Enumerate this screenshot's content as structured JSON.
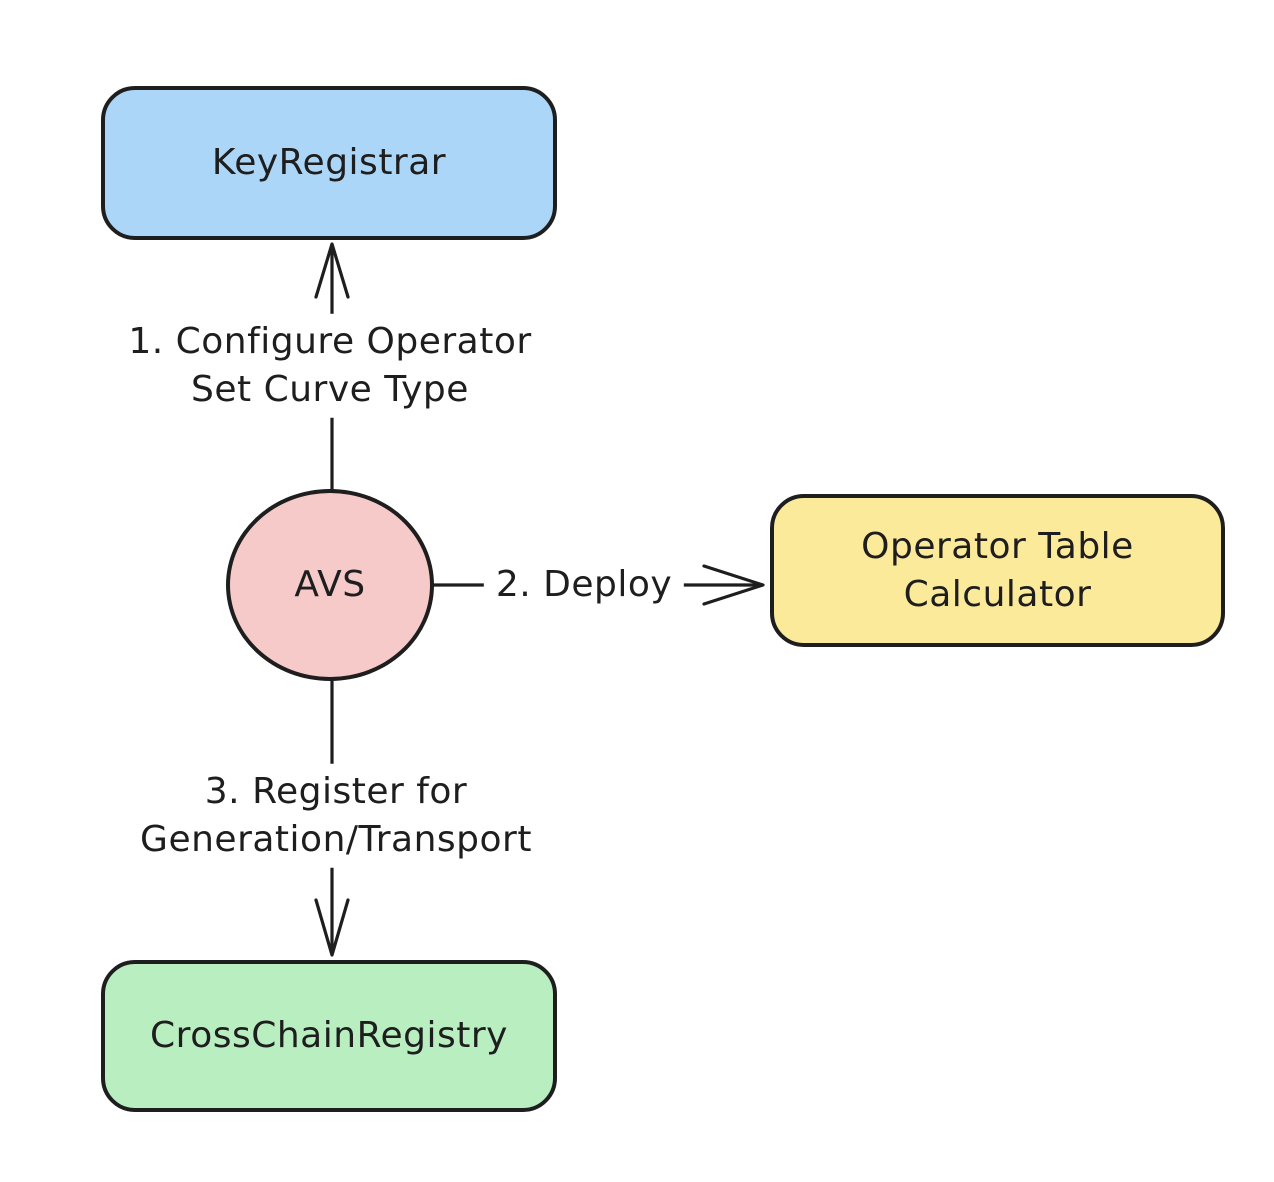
{
  "diagram": {
    "background_color": "#ffffff",
    "stroke_color": "#1e1e1e",
    "nodes": [
      {
        "id": "key-registrar",
        "label": "KeyRegistrar",
        "shape": "rounded-rectangle",
        "fill_color": "#abd6f8"
      },
      {
        "id": "avs",
        "label": "AVS",
        "shape": "ellipse",
        "fill_color": "#f7caca"
      },
      {
        "id": "operator-table-calculator",
        "label": "Operator Table\nCalculator",
        "shape": "rounded-rectangle",
        "fill_color": "#fcea9b"
      },
      {
        "id": "cross-chain-registry",
        "label": "CrossChainRegistry",
        "shape": "rounded-rectangle",
        "fill_color": "#b9eec1"
      }
    ],
    "edges": [
      {
        "id": "configure-operator-set-curve-type",
        "from": "AVS",
        "to": "KeyRegistrar",
        "direction": "up",
        "label": "1. Configure Operator\nSet Curve Type"
      },
      {
        "id": "deploy",
        "from": "AVS",
        "to": "Operator Table Calculator",
        "direction": "right",
        "label": "2. Deploy"
      },
      {
        "id": "register-for-generation-transport",
        "from": "AVS",
        "to": "CrossChainRegistry",
        "direction": "down",
        "label": "3. Register for\nGeneration/Transport"
      }
    ]
  }
}
